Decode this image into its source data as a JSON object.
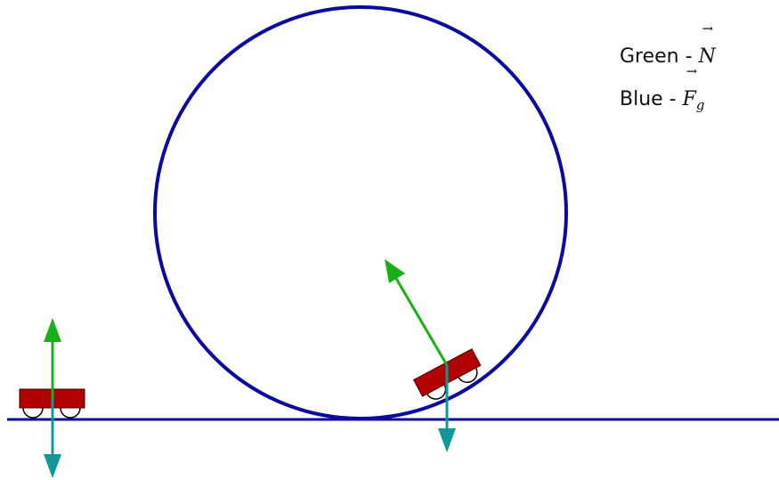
{
  "legend": {
    "normal": {
      "label": "Green - ",
      "symbol": "N"
    },
    "gravity": {
      "label": "Blue - ",
      "symbol": "F",
      "subscript": "g"
    }
  },
  "colors": {
    "track": "#0a0aa0",
    "normal_arrow": "#18b018",
    "gravity_arrow": "#109898",
    "cart_body": "#b00000",
    "wheel": "#000000"
  }
}
